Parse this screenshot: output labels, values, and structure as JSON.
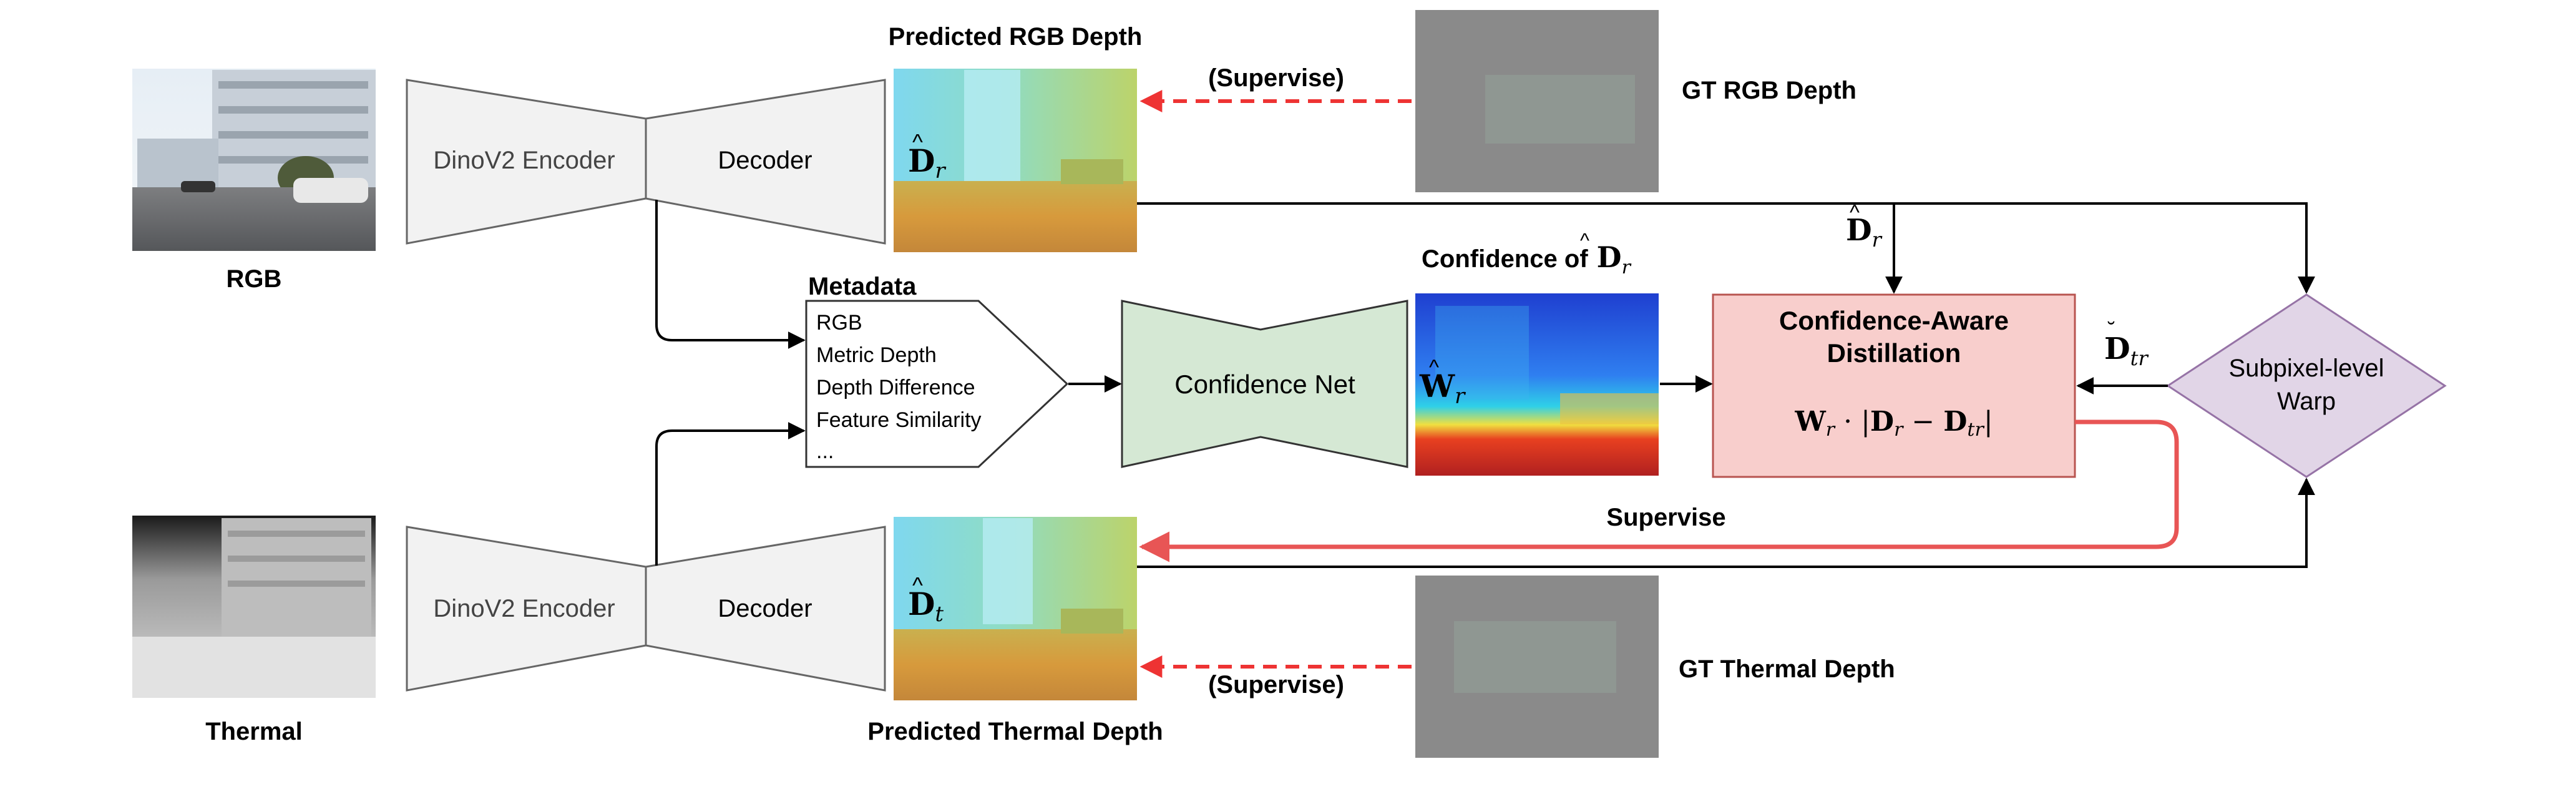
{
  "colors": {
    "arrow": "#000000",
    "supervise_red": "#ee3333",
    "encoder_fill": "#f2f2f2",
    "conf_net_fill": "#d5e8d4",
    "distill_fill": "#f8cecc",
    "distill_stroke": "#b85450",
    "warp_fill": "#e1d5e7",
    "warp_stroke": "#9673a6"
  },
  "rgb_branch": {
    "input_label": "RGB",
    "encoder_label": "DinoV2 Encoder",
    "decoder_label": "Decoder",
    "pred_title": "Predicted RGB Depth",
    "pred_symbol_base": "D",
    "pred_symbol_sub": "r",
    "gt_label": "GT RGB Depth",
    "supervise_label": "(Supervise)",
    "edge_symbol_base": "D",
    "edge_symbol_sub": "r"
  },
  "thermal_branch": {
    "input_label": "Thermal",
    "encoder_label": "DinoV2 Encoder",
    "decoder_label": "Decoder",
    "pred_title": "Predicted Thermal Depth",
    "pred_symbol_base": "D",
    "pred_symbol_sub": "t",
    "gt_label": "GT Thermal Depth",
    "supervise_label": "(Supervise)"
  },
  "metadata": {
    "title": "Metadata",
    "items": [
      "RGB",
      "Metric Depth",
      "Depth Difference",
      "Feature Similarity",
      "..."
    ]
  },
  "confidence_net": {
    "label": "Confidence Net",
    "map_title": "Confidence of",
    "map_title_symbol_base": "D",
    "map_title_symbol_sub": "r",
    "map_symbol_base": "W",
    "map_symbol_sub": "r"
  },
  "distillation": {
    "title_line1": "Confidence-Aware",
    "title_line2": "Distillation",
    "formula_w": "W",
    "formula_w_sub": "r",
    "formula_dot": " · |",
    "formula_d1": "D",
    "formula_d1_sub": "r",
    "formula_minus": " − ",
    "formula_d2": "D",
    "formula_d2_sub": "tr",
    "formula_close": "|"
  },
  "warp": {
    "line1": "Subpixel-level",
    "line2": "Warp",
    "edge_symbol_base": "D",
    "edge_symbol_sub": "tr"
  },
  "supervise_main": "Supervise"
}
